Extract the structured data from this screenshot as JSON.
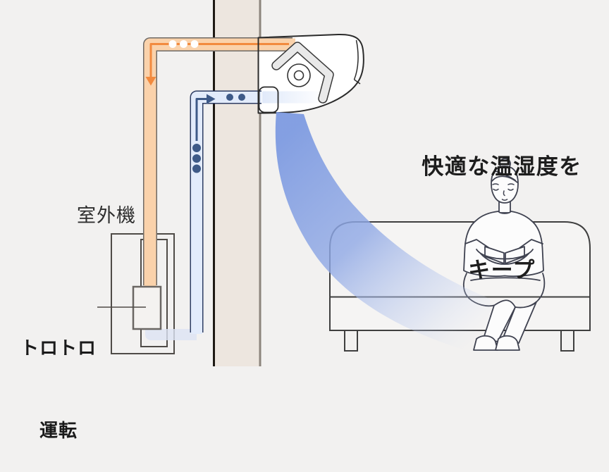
{
  "figure": {
    "headline_line1": "快適な温湿度を",
    "headline_line2": "キープ",
    "outdoor_unit_label": "室外機",
    "operation_label_line1": "トロトロ",
    "operation_label_line2": "運転",
    "colors": {
      "background": "#F2F1F0",
      "wall_fill": "#EDE6DF",
      "wall_edge_dark": "#1E1914",
      "wall_edge_light": "#8D857D",
      "warm_pipe_fill": "#FAD2AB",
      "warm_pipe_edge": "#6E6A66",
      "warm_arrow": "#F28A3E",
      "warm_dot": "#FFFFFF",
      "cool_pipe_fill": "#E2EBFB",
      "cool_pipe_edge": "#2E3D63",
      "cool_arrow": "#3E5A88",
      "cool_connector": "#DCE4F4",
      "airflow_strong": "#7E9BE1",
      "airflow_mid": "#8FA8E5",
      "airflow_light": "#BCCBEF",
      "airflow_fade": "#D8E1F6",
      "unit_fill": "#FFFFFF",
      "exchanger_fill": "#E9E9E9",
      "outline": "#2B2B2B",
      "frame_stroke": "#4F4B47",
      "sofa_stroke": "#3F3F3F",
      "person_stroke": "#3F4250",
      "text": "#1D1D1D"
    }
  }
}
